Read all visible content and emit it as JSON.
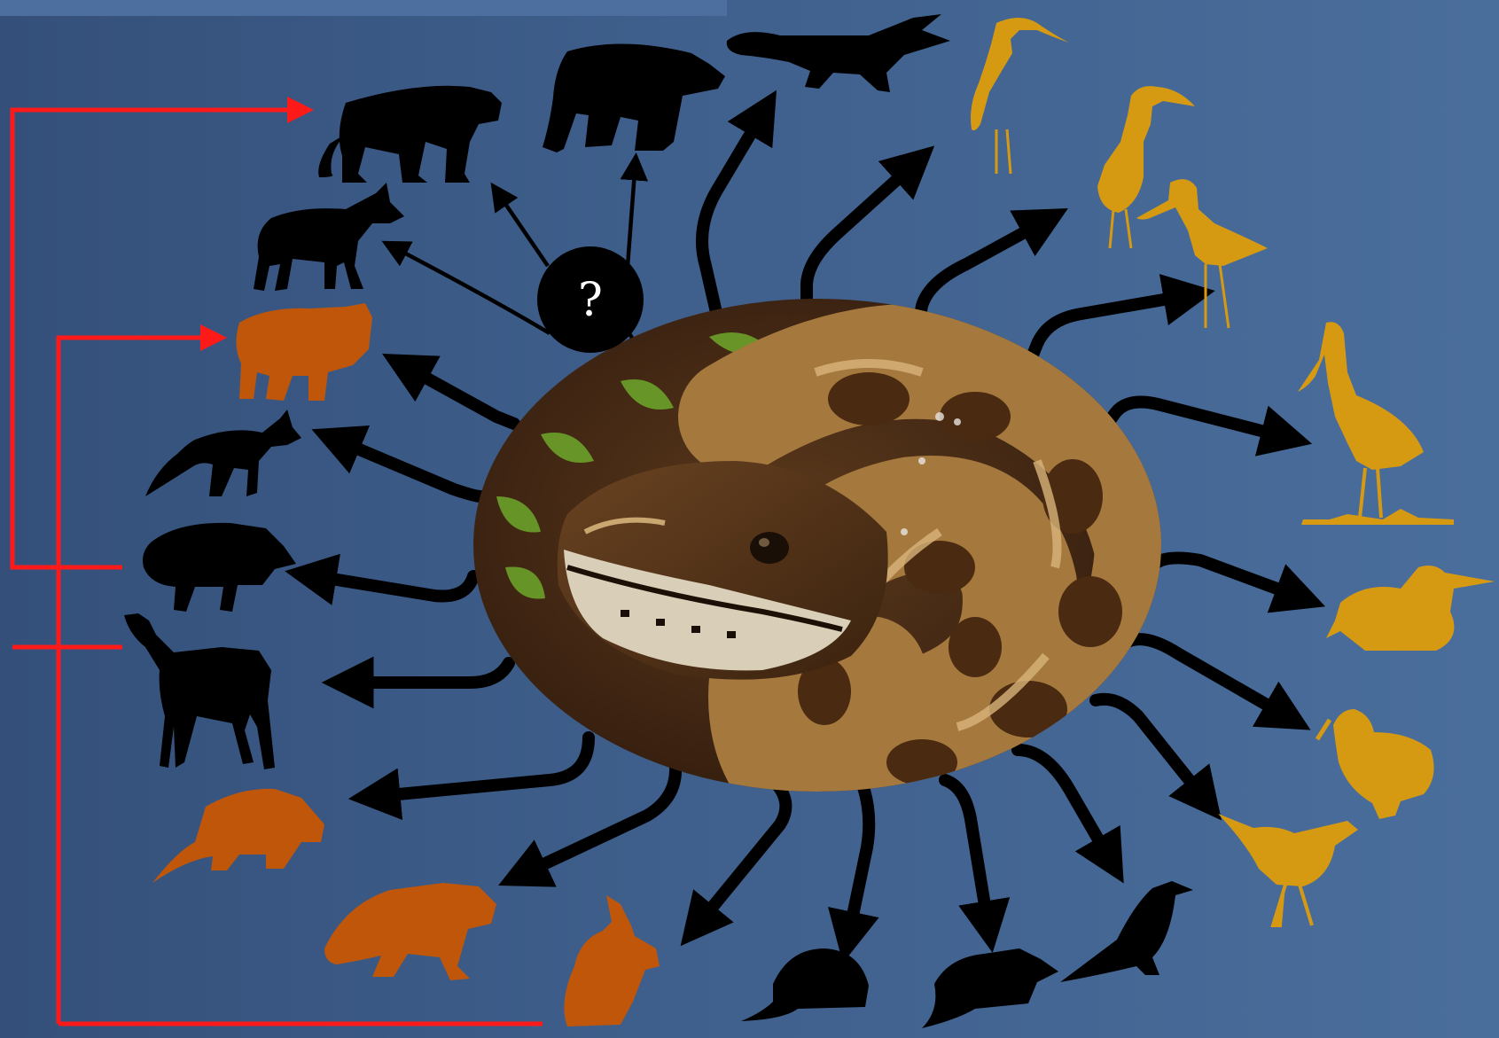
{
  "question_mark": "?",
  "colors": {
    "background_left": "#34507a",
    "background_right": "#4a6e9c",
    "arrow": "#000000",
    "bracket": "#ff1a1a",
    "mammal_highlight": "#c0560a",
    "wading_bird": "#d69a12",
    "unknown_node": "#000000",
    "unknown_text": "#ffffff"
  },
  "central_image": "burmese-python-head",
  "consumers": [
    {
      "id": "florida-panther",
      "icon": "panther-icon",
      "color_key": "black",
      "link": "uncertain"
    },
    {
      "id": "black-bear",
      "icon": "bear-icon",
      "color_key": "black",
      "link": "uncertain"
    },
    {
      "id": "coyote",
      "icon": "coyote-icon",
      "color_key": "black",
      "link": "uncertain"
    },
    {
      "id": "alligator",
      "icon": "alligator-icon",
      "color_key": "black",
      "link": "strong"
    },
    {
      "id": "bobcat",
      "icon": "bobcat-icon",
      "color_key": "highlight",
      "link": "strong"
    },
    {
      "id": "gray-fox",
      "icon": "fox-icon",
      "color_key": "black",
      "link": "strong"
    },
    {
      "id": "feral-hog",
      "icon": "hog-icon",
      "color_key": "black",
      "link": "strong"
    },
    {
      "id": "white-tailed-deer",
      "icon": "deer-icon",
      "color_key": "black",
      "link": "strong"
    },
    {
      "id": "opossum",
      "icon": "opossum-icon",
      "color_key": "highlight",
      "link": "strong"
    },
    {
      "id": "raccoon",
      "icon": "raccoon-icon",
      "color_key": "highlight",
      "link": "strong"
    },
    {
      "id": "rabbit",
      "icon": "rabbit-icon",
      "color_key": "highlight",
      "link": "strong"
    },
    {
      "id": "vole",
      "icon": "vole-icon",
      "color_key": "black",
      "link": "strong"
    },
    {
      "id": "rat",
      "icon": "rat-icon",
      "color_key": "black",
      "link": "strong"
    },
    {
      "id": "songbird",
      "icon": "songbird-icon",
      "color_key": "black",
      "link": "strong"
    },
    {
      "id": "white-ibis",
      "icon": "ibis-icon",
      "color_key": "bird",
      "link": "strong"
    },
    {
      "id": "heron",
      "icon": "heron-icon",
      "color_key": "bird",
      "link": "strong"
    },
    {
      "id": "spoonbill",
      "icon": "spoonbill-icon",
      "color_key": "bird",
      "link": "strong"
    },
    {
      "id": "wood-stork",
      "icon": "stork-icon",
      "color_key": "bird",
      "link": "strong"
    },
    {
      "id": "duck",
      "icon": "duck-icon",
      "color_key": "bird",
      "link": "strong"
    },
    {
      "id": "gallinule",
      "icon": "gallinule-icon",
      "color_key": "bird",
      "link": "strong"
    },
    {
      "id": "limpkin",
      "icon": "limpkin-icon",
      "color_key": "bird",
      "link": "strong"
    }
  ],
  "brackets": [
    {
      "from": [
        "feral-hog",
        "white-tailed-deer"
      ],
      "to": "florida-panther"
    },
    {
      "from": [
        "feral-hog",
        "white-tailed-deer",
        "rabbit"
      ],
      "to": "bobcat"
    }
  ]
}
